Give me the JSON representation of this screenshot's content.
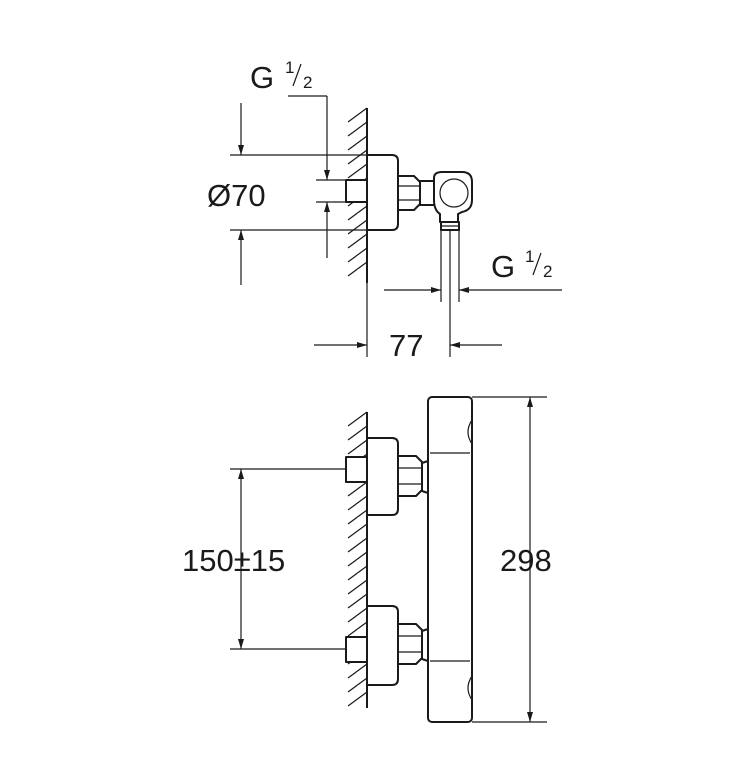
{
  "top_view": {
    "inlet_thread_main": "G",
    "inlet_thread_num": "1",
    "inlet_thread_den": "2",
    "diameter_label": "Ø70",
    "outlet_thread_main": "G",
    "outlet_thread_num": "1",
    "outlet_thread_den": "2",
    "depth_label": "77"
  },
  "front_view": {
    "spacing_label": "150±15",
    "height_label": "298"
  }
}
